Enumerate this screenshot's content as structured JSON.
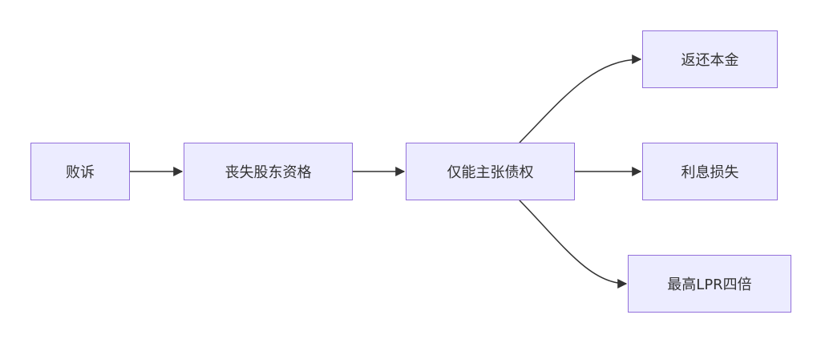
{
  "diagram": {
    "nodes": {
      "baisu": "败诉",
      "sangshi": "丧失股东资格",
      "jinneng": "仅能主张债权",
      "fanhuan": "返还本金",
      "lixi": "利息损失",
      "zuigao": "最高LPR四倍"
    },
    "edges": [
      {
        "from": "baisu",
        "to": "sangshi"
      },
      {
        "from": "sangshi",
        "to": "jinneng"
      },
      {
        "from": "jinneng",
        "to": "fanhuan"
      },
      {
        "from": "jinneng",
        "to": "lixi"
      },
      {
        "from": "jinneng",
        "to": "zuigao"
      }
    ],
    "colors": {
      "node_fill": "#ECECFF",
      "node_border": "#9370DB",
      "edge": "#333333",
      "text": "#333333"
    }
  }
}
